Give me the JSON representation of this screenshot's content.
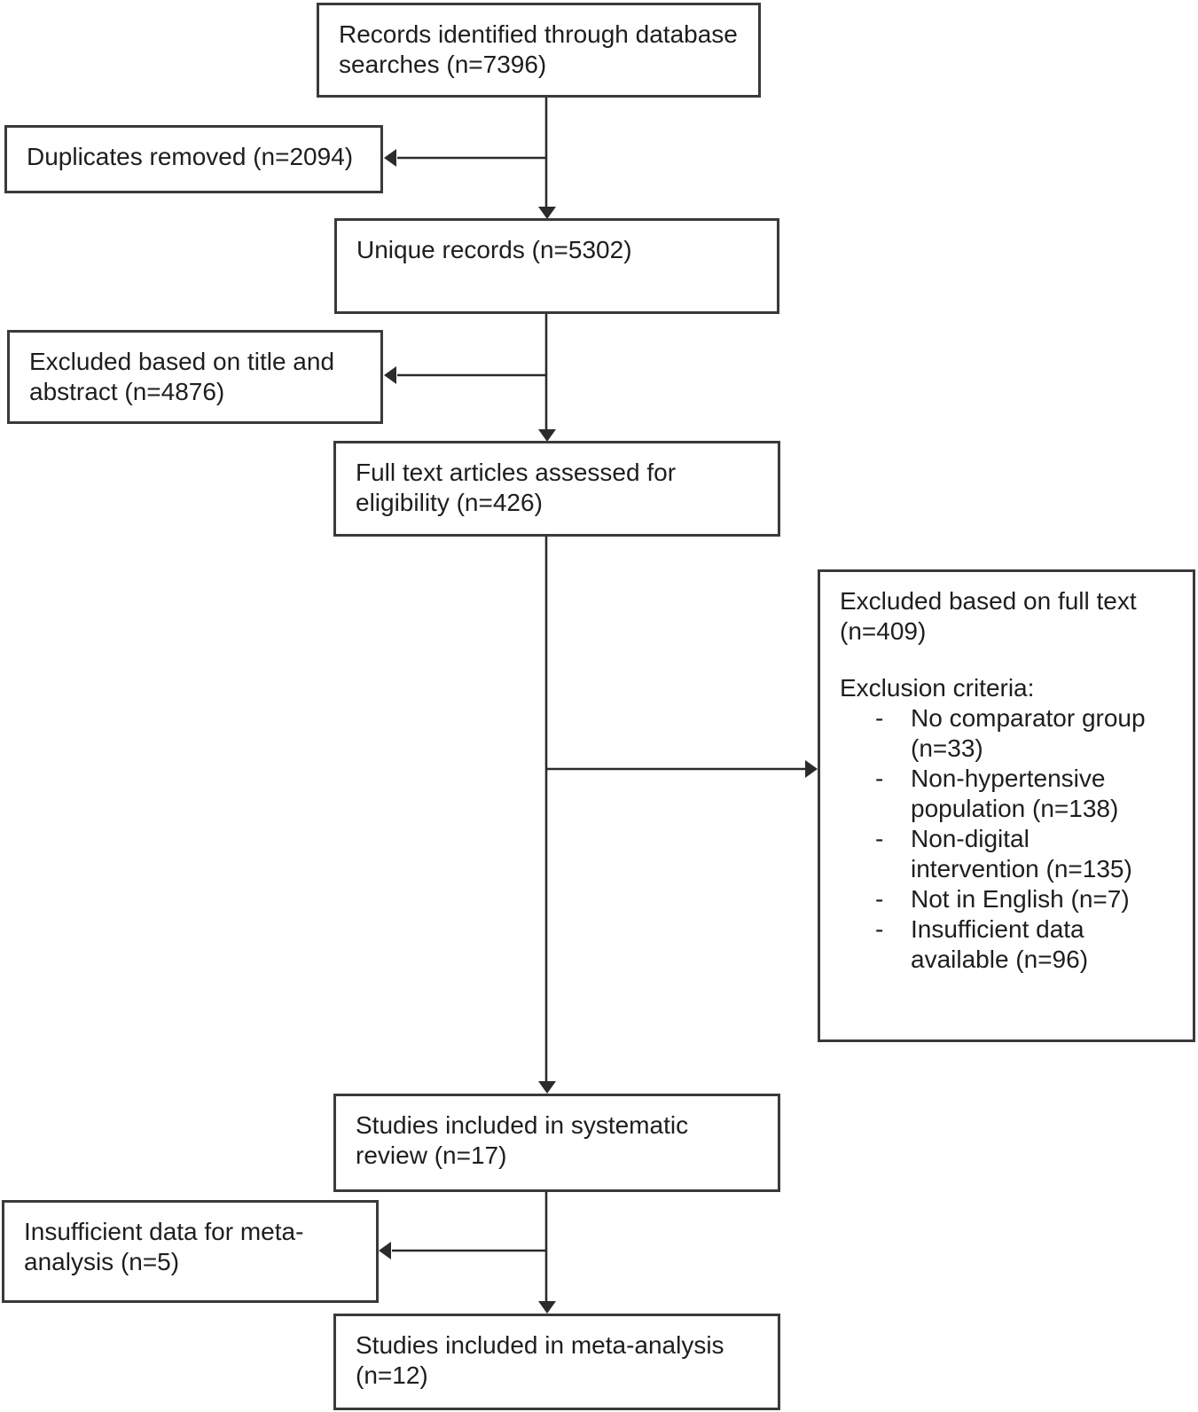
{
  "diagram": {
    "boxes": {
      "records_identified": "Records identified through database\nsearches (n=7396)",
      "duplicates_removed": "Duplicates removed (n=2094)",
      "unique_records": "Unique records (n=5302)",
      "excluded_title_abstract": "Excluded based on title and\nabstract (n=4876)",
      "full_text_assessed": "Full text articles assessed for\neligibility (n=426)",
      "excluded_full_text": {
        "title": "Excluded based on full text\n(n=409)",
        "criteria_heading": "Exclusion criteria:",
        "marker": "-",
        "items": [
          "No comparator group\n(n=33)",
          "Non-hypertensive\npopulation (n=138)",
          "Non-digital\nintervention (n=135)",
          "Not in English (n=7)",
          "Insufficient data\navailable (n=96)"
        ]
      },
      "systematic_review": "Studies included in systematic\nreview (n=17)",
      "insufficient_meta": "Insufficient data for meta-\nanalysis (n=5)",
      "meta_analysis": "Studies included in meta-analysis\n(n=12)"
    },
    "line_color": "#2b2b2b",
    "border_color": "#3a3a3a"
  }
}
